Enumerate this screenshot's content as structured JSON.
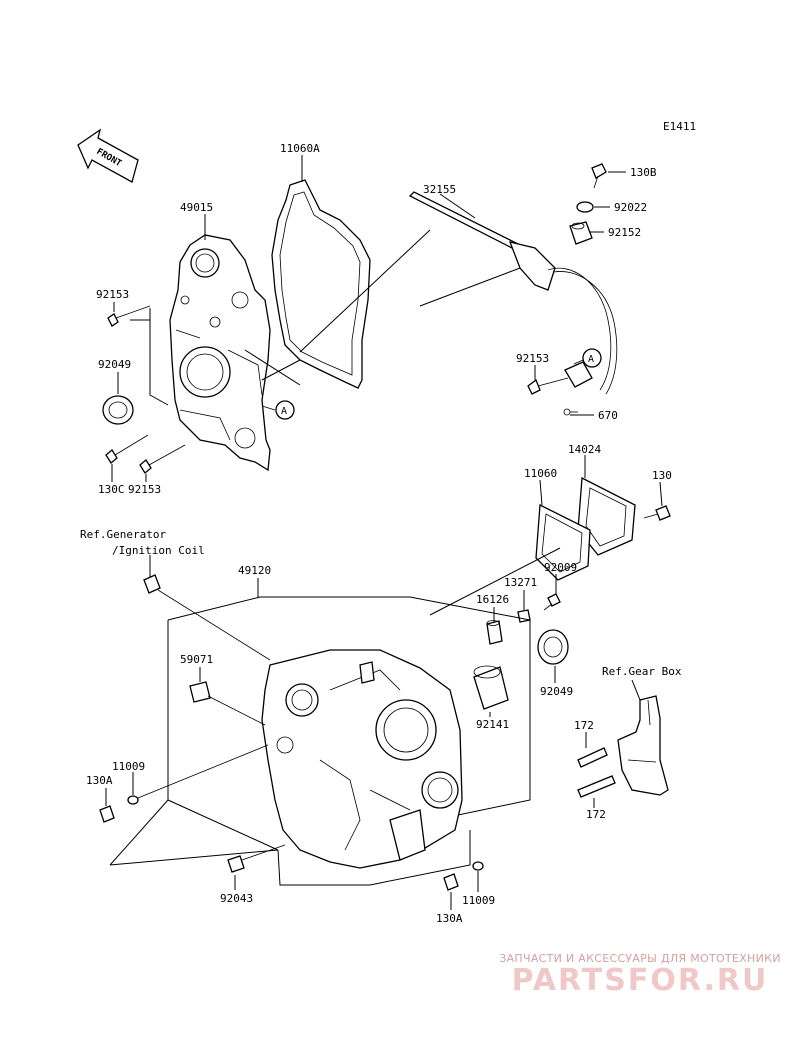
{
  "diagram_id": "E1411",
  "front_label": "FRONT",
  "callout_letter": "A",
  "part_labels": {
    "p11060A": "11060A",
    "p49015": "49015",
    "p32155": "32155",
    "p130B": "130B",
    "p92022": "92022",
    "p92152": "92152",
    "p92153_a": "92153",
    "p92049_a": "92049",
    "p130C": "130C",
    "p92153_b": "92153",
    "p92153_c": "92153",
    "p670": "670",
    "p14024": "14024",
    "p11060": "11060",
    "p130": "130",
    "p92009": "92009",
    "p13271": "13271",
    "p16126": "16126",
    "p49120": "49120",
    "p59071": "59071",
    "p92049_b": "92049",
    "p92141": "92141",
    "p172_a": "172",
    "p172_b": "172",
    "p11009_a": "11009",
    "p130A_a": "130A",
    "p92043": "92043",
    "p130A_b": "130A",
    "p11009_b": "11009"
  },
  "references": {
    "generator_line1": "Ref.Generator",
    "generator_line2": "/Ignition Coil",
    "gear_box": "Ref.Gear Box"
  },
  "watermark": {
    "tagline": "ЗАПЧАСТИ И АКСЕССУАРЫ ДЛЯ МОТОТЕХНИКИ",
    "logo": "PARTSFOR.RU"
  }
}
